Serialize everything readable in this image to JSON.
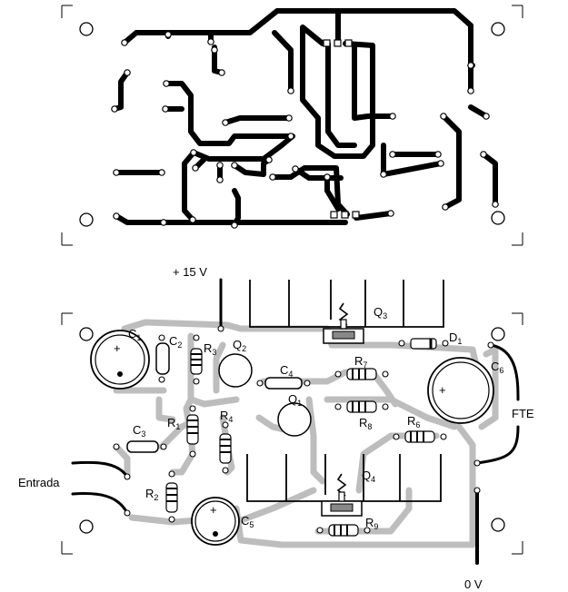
{
  "labels": {
    "supply_pos": "+ 15 V",
    "supply_gnd": "0 V",
    "input": "Entrada",
    "speaker": "FTE"
  },
  "components": [
    {
      "id": "C1",
      "letter": "C",
      "num": "1"
    },
    {
      "id": "C2",
      "letter": "C",
      "num": "2"
    },
    {
      "id": "C3",
      "letter": "C",
      "num": "3"
    },
    {
      "id": "C4",
      "letter": "C",
      "num": "4"
    },
    {
      "id": "C5",
      "letter": "C",
      "num": "5"
    },
    {
      "id": "C6",
      "letter": "C",
      "num": "6"
    },
    {
      "id": "R1",
      "letter": "R",
      "num": "1"
    },
    {
      "id": "R2",
      "letter": "R",
      "num": "2"
    },
    {
      "id": "R3",
      "letter": "R",
      "num": "3"
    },
    {
      "id": "R4",
      "letter": "R",
      "num": "4"
    },
    {
      "id": "R6",
      "letter": "R",
      "num": "6"
    },
    {
      "id": "R7",
      "letter": "R",
      "num": "7"
    },
    {
      "id": "R8",
      "letter": "R",
      "num": "8"
    },
    {
      "id": "R9",
      "letter": "R",
      "num": "9"
    },
    {
      "id": "Q1",
      "letter": "Q",
      "num": "1"
    },
    {
      "id": "Q2",
      "letter": "Q",
      "num": "2"
    },
    {
      "id": "Q3",
      "letter": "Q",
      "num": "3"
    },
    {
      "id": "Q4",
      "letter": "Q",
      "num": "4"
    },
    {
      "id": "D1",
      "letter": "D",
      "num": "1"
    }
  ],
  "polarity_mark": "+"
}
